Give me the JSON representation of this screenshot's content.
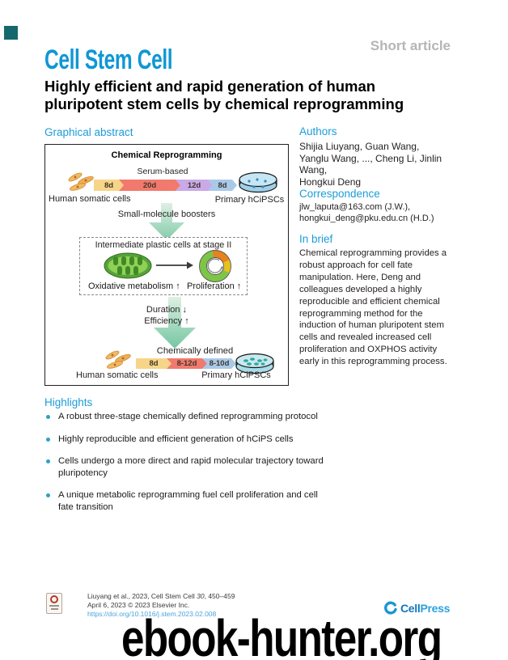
{
  "page": {
    "article_type": "Short article",
    "journal_logo": "Cell Stem Cell",
    "title": "Highly efficient and rapid generation of human pluripotent stem cells by chemical reprogramming"
  },
  "colors": {
    "heading_blue": "#1b9cd9",
    "logo_blue": "#0f97d4",
    "link_blue": "#4aa5da",
    "bullet_teal": "#2f9fc4",
    "corner_marker": "#15696c",
    "green_arrow": "#7cc9a4"
  },
  "graphical_abstract": {
    "heading": "Graphical abstract",
    "box_title": "Chemical Reprogramming",
    "serum_label": "Serum-based",
    "timeline1": {
      "segments": [
        {
          "label": "8d",
          "color": "#f6d588"
        },
        {
          "label": "20d",
          "color": "#f1796d"
        },
        {
          "label": "12d",
          "color": "#c9a9e6"
        },
        {
          "label": "8d",
          "color": "#a9c9e8"
        }
      ],
      "left_label": "Human somatic cells",
      "right_label": "Primary hCiPSCs"
    },
    "boosters_label": "Small-molecule boosters",
    "stage_box": {
      "title": "Intermediate plastic cells at stage II",
      "left_caption": "Oxidative metabolism ↑",
      "right_caption": "Proliferation ↑"
    },
    "duration_label": "Duration ↓",
    "efficiency_label": "Efficiency ↑",
    "chem_label": "Chemically defined",
    "timeline2": {
      "segments": [
        {
          "label": "8d",
          "color": "#f6d588"
        },
        {
          "label": "8-12d",
          "color": "#f1796d"
        },
        {
          "label": "8-10d",
          "color": "#a9c9e8"
        }
      ],
      "left_label": "Human somatic cells",
      "right_label": "Primary hCiPSCs"
    }
  },
  "authors": {
    "heading": "Authors",
    "lines": [
      "Shijia Liuyang, Guan Wang,",
      "Yanglu Wang, ..., Cheng Li, Jinlin Wang,",
      "Hongkui Deng"
    ]
  },
  "correspondence": {
    "heading": "Correspondence",
    "lines": [
      "jlw_laputa@163.com (J.W.),",
      "hongkui_deng@pku.edu.cn (H.D.)"
    ]
  },
  "in_brief": {
    "heading": "In brief",
    "text": "Chemical reprogramming provides a robust approach for cell fate manipulation. Here, Deng and colleagues developed a highly reproducible and efficient chemical reprogramming method for the induction of human pluripotent stem cells and revealed increased cell proliferation and OXPHOS activity early in this reprogramming process."
  },
  "highlights": {
    "heading": "Highlights",
    "items": [
      "A robust three-stage chemically defined reprogramming protocol",
      "Highly reproducible and efficient generation of hCiPS cells",
      "Cells undergo a more direct and rapid molecular trajectory toward pluripotency",
      "A unique metabolic reprogramming fuel cell proliferation and cell fate transition"
    ]
  },
  "footer": {
    "citation_prefix": "Liuyang et al., 2023, Cell Stem Cell ",
    "citation_volume": "30",
    "citation_pages": ", 450–459",
    "date_line": "April 6, 2023 © 2023 Elsevier Inc.",
    "doi": "https://doi.org/10.1016/j.stem.2023.02.008",
    "publisher_cell": "Cell",
    "publisher_press": "Press"
  },
  "watermark": "ebook-hunter.org"
}
